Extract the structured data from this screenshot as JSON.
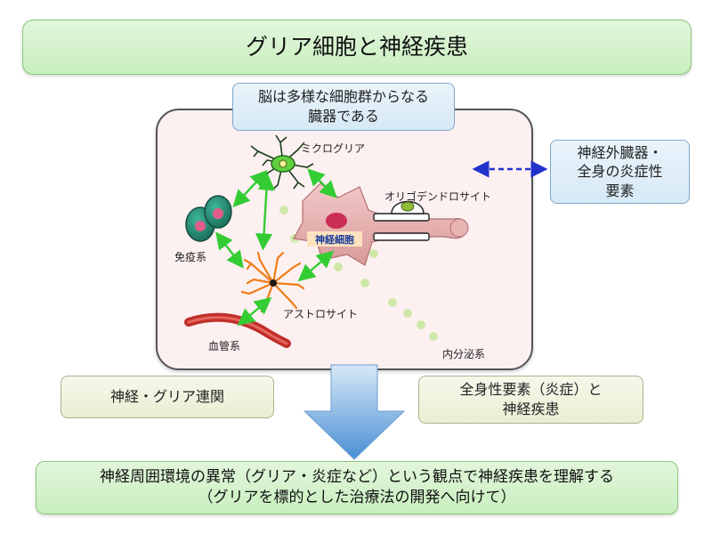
{
  "title": "グリア細胞と神経疾患",
  "brain_box": {
    "line1": "脳は多様な細胞群からなる",
    "line2": "臓器である"
  },
  "peripheral_box": {
    "line1": "神経外臓器・",
    "line2": "全身の炎症性",
    "line3": "要素"
  },
  "cells": {
    "microglia": "ミクログリア",
    "oligodendrocyte": "オリゴデンドロサイト",
    "neuron": "神経細胞",
    "immune": "免疫系",
    "astrocyte": "アストロサイト",
    "vascular": "血管系",
    "endocrine": "内分泌系"
  },
  "neuro_glia_box": "神経・グリア連関",
  "systemic_box": {
    "line1": "全身性要素（炎症）と",
    "line2": "神経疾患"
  },
  "bottom_box": {
    "line1": "神経周囲環境の異常（グリア・炎症など）という観点で神経疾患を理解する",
    "line2": "（グリアを標的とした治療法の開発へ向けて）"
  },
  "colors": {
    "arrow_green": "#33cc33",
    "arrow_blue_dashed": "#2233cc",
    "big_arrow": "#4a8fd4"
  }
}
